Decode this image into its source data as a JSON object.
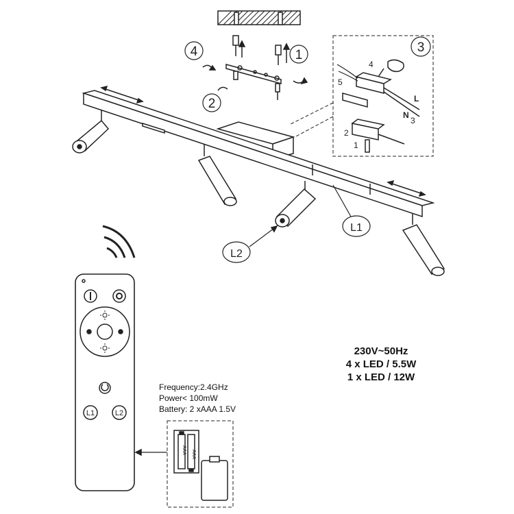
{
  "specs": [
    "230V~50Hz",
    "4 x LED / 5.5W",
    "1 x LED / 12W"
  ],
  "remote_info": [
    "Frequency:2.4GHz",
    "Power< 100mW",
    "Battery: 2 xAAA 1.5V"
  ],
  "labels": {
    "step1": "1",
    "step2": "2",
    "step3": "3",
    "step4": "4",
    "l1": "L1",
    "l2": "L2",
    "wire_l": "L",
    "wire_n": "N",
    "wire_3": "3",
    "detail_1": "1",
    "detail_2": "2",
    "detail_4": "4",
    "detail_5": "5",
    "btn_l1": "L1",
    "btn_l2": "L2",
    "battery_a": "AAA",
    "battery_b": "AAA"
  },
  "icons": [
    "ceiling-hatch-icon",
    "screw-icon",
    "rotate-arrow-icon",
    "power-icon",
    "brightness-icon",
    "wireless-signal-icon",
    "arrow-icon"
  ]
}
